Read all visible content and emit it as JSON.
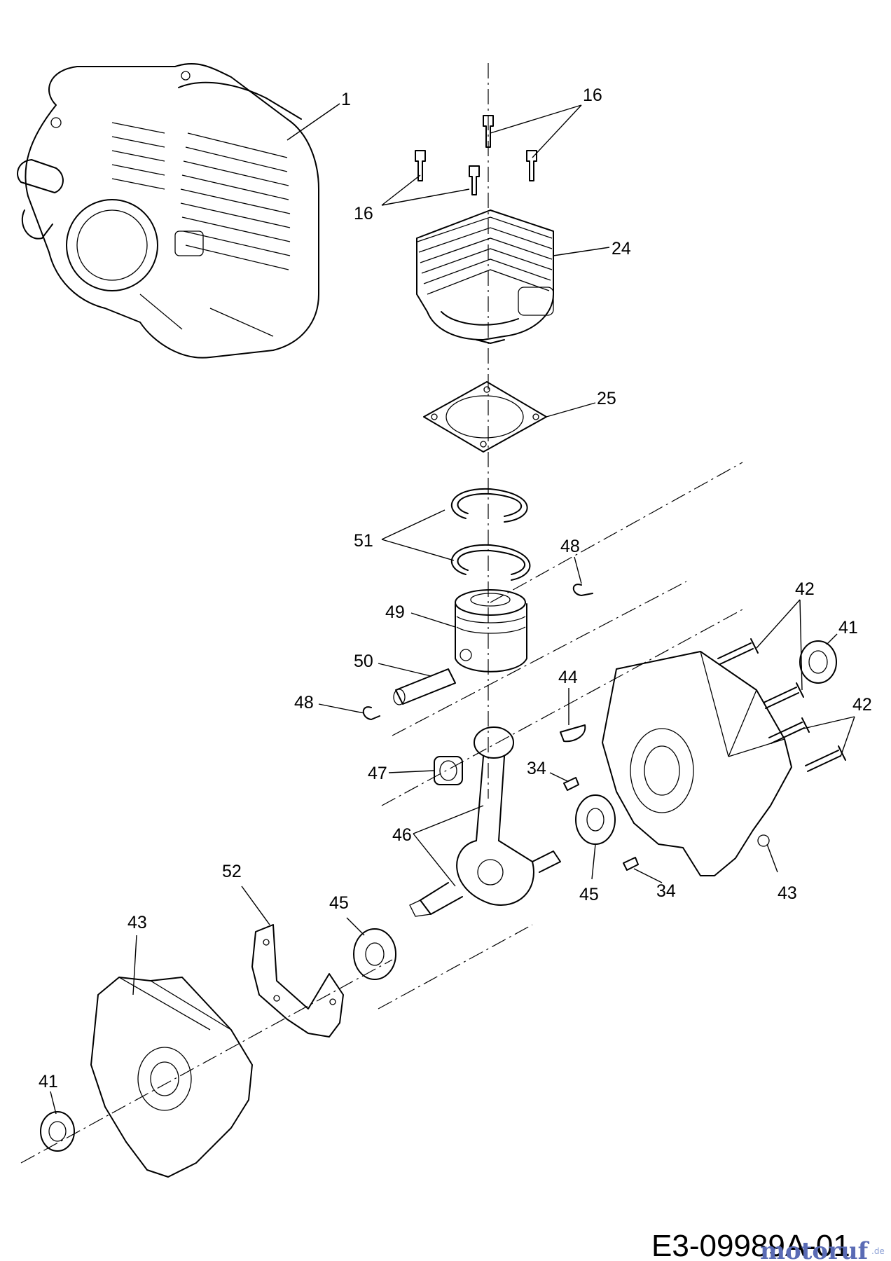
{
  "callouts": {
    "p1": "1",
    "p16a": "16",
    "p16b": "16",
    "p24": "24",
    "p25": "25",
    "p51": "51",
    "p48a": "48",
    "p49": "49",
    "p50": "50",
    "p48b": "48",
    "p44": "44",
    "p42a": "42",
    "p41a": "41",
    "p42b": "42",
    "p47": "47",
    "p34a": "34",
    "p46": "46",
    "p45a": "45",
    "p34b": "34",
    "p43a": "43",
    "p52": "52",
    "p45b": "45",
    "p43b": "43",
    "p41b": "41"
  },
  "drawing_code": "E3-09989A-01",
  "watermark": {
    "main": "motoruf",
    "suffix": ".de"
  }
}
